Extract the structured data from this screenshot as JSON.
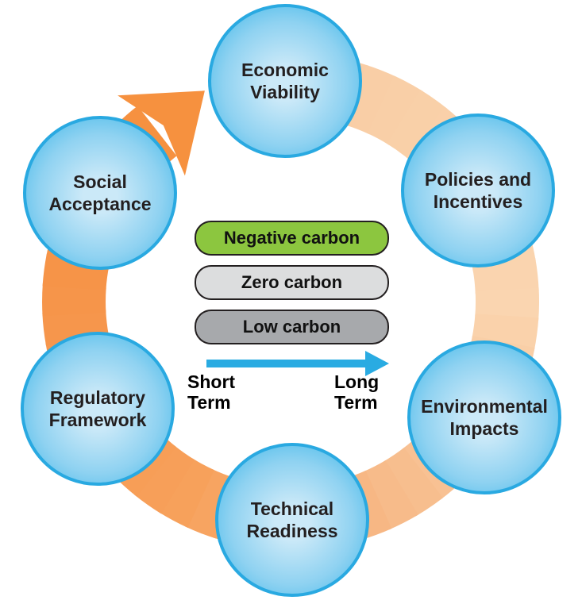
{
  "diagram": {
    "nodes": [
      {
        "id": "economic-viability",
        "lines": [
          "Economic",
          "Viability"
        ]
      },
      {
        "id": "policies-incentives",
        "lines": [
          "Policies and",
          "Incentives"
        ]
      },
      {
        "id": "environmental-impacts",
        "lines": [
          "Environmental",
          "Impacts"
        ]
      },
      {
        "id": "technical-readiness",
        "lines": [
          "Technical",
          "Readiness"
        ]
      },
      {
        "id": "regulatory-framework",
        "lines": [
          "Regulatory",
          "Framework"
        ]
      },
      {
        "id": "social-acceptance",
        "lines": [
          "Social",
          "Acceptance"
        ]
      }
    ],
    "node_style": {
      "border_color": "#29A9E1",
      "fill_center": "#CBE9F8",
      "fill_mid": "#8FD2F1",
      "fill_edge": "#33B3E8",
      "text_color": "#231F20"
    },
    "ring": {
      "direction": "clockwise",
      "tail_color": "#F9CBA1",
      "head_color": "#F6913F",
      "color_stops": [
        {
          "arc_deg": 0,
          "color": "#F9CBA1"
        },
        {
          "arc_deg": 100,
          "color": "#FAD5B0"
        },
        {
          "arc_deg": 160,
          "color": "#F7BC8C"
        },
        {
          "arc_deg": 220,
          "color": "#F7A05A"
        },
        {
          "arc_deg": 280,
          "color": "#F6954A"
        },
        {
          "arc_deg": 332,
          "color": "#F6913F"
        }
      ]
    }
  },
  "center_panel": {
    "border_color": "#231F20",
    "levels": [
      {
        "label": "Negative carbon",
        "fill": "#8CC63F",
        "text_color": "#111111"
      },
      {
        "label": "Zero carbon",
        "fill": "#DCDDDE",
        "text_color": "#111111"
      },
      {
        "label": "Low carbon",
        "fill": "#A7A9AC",
        "text_color": "#111111"
      }
    ],
    "timeline": {
      "arrow_color": "#29ABE2",
      "left_label": [
        "Short",
        "Term"
      ],
      "right_label": [
        "Long",
        "Term"
      ]
    }
  }
}
